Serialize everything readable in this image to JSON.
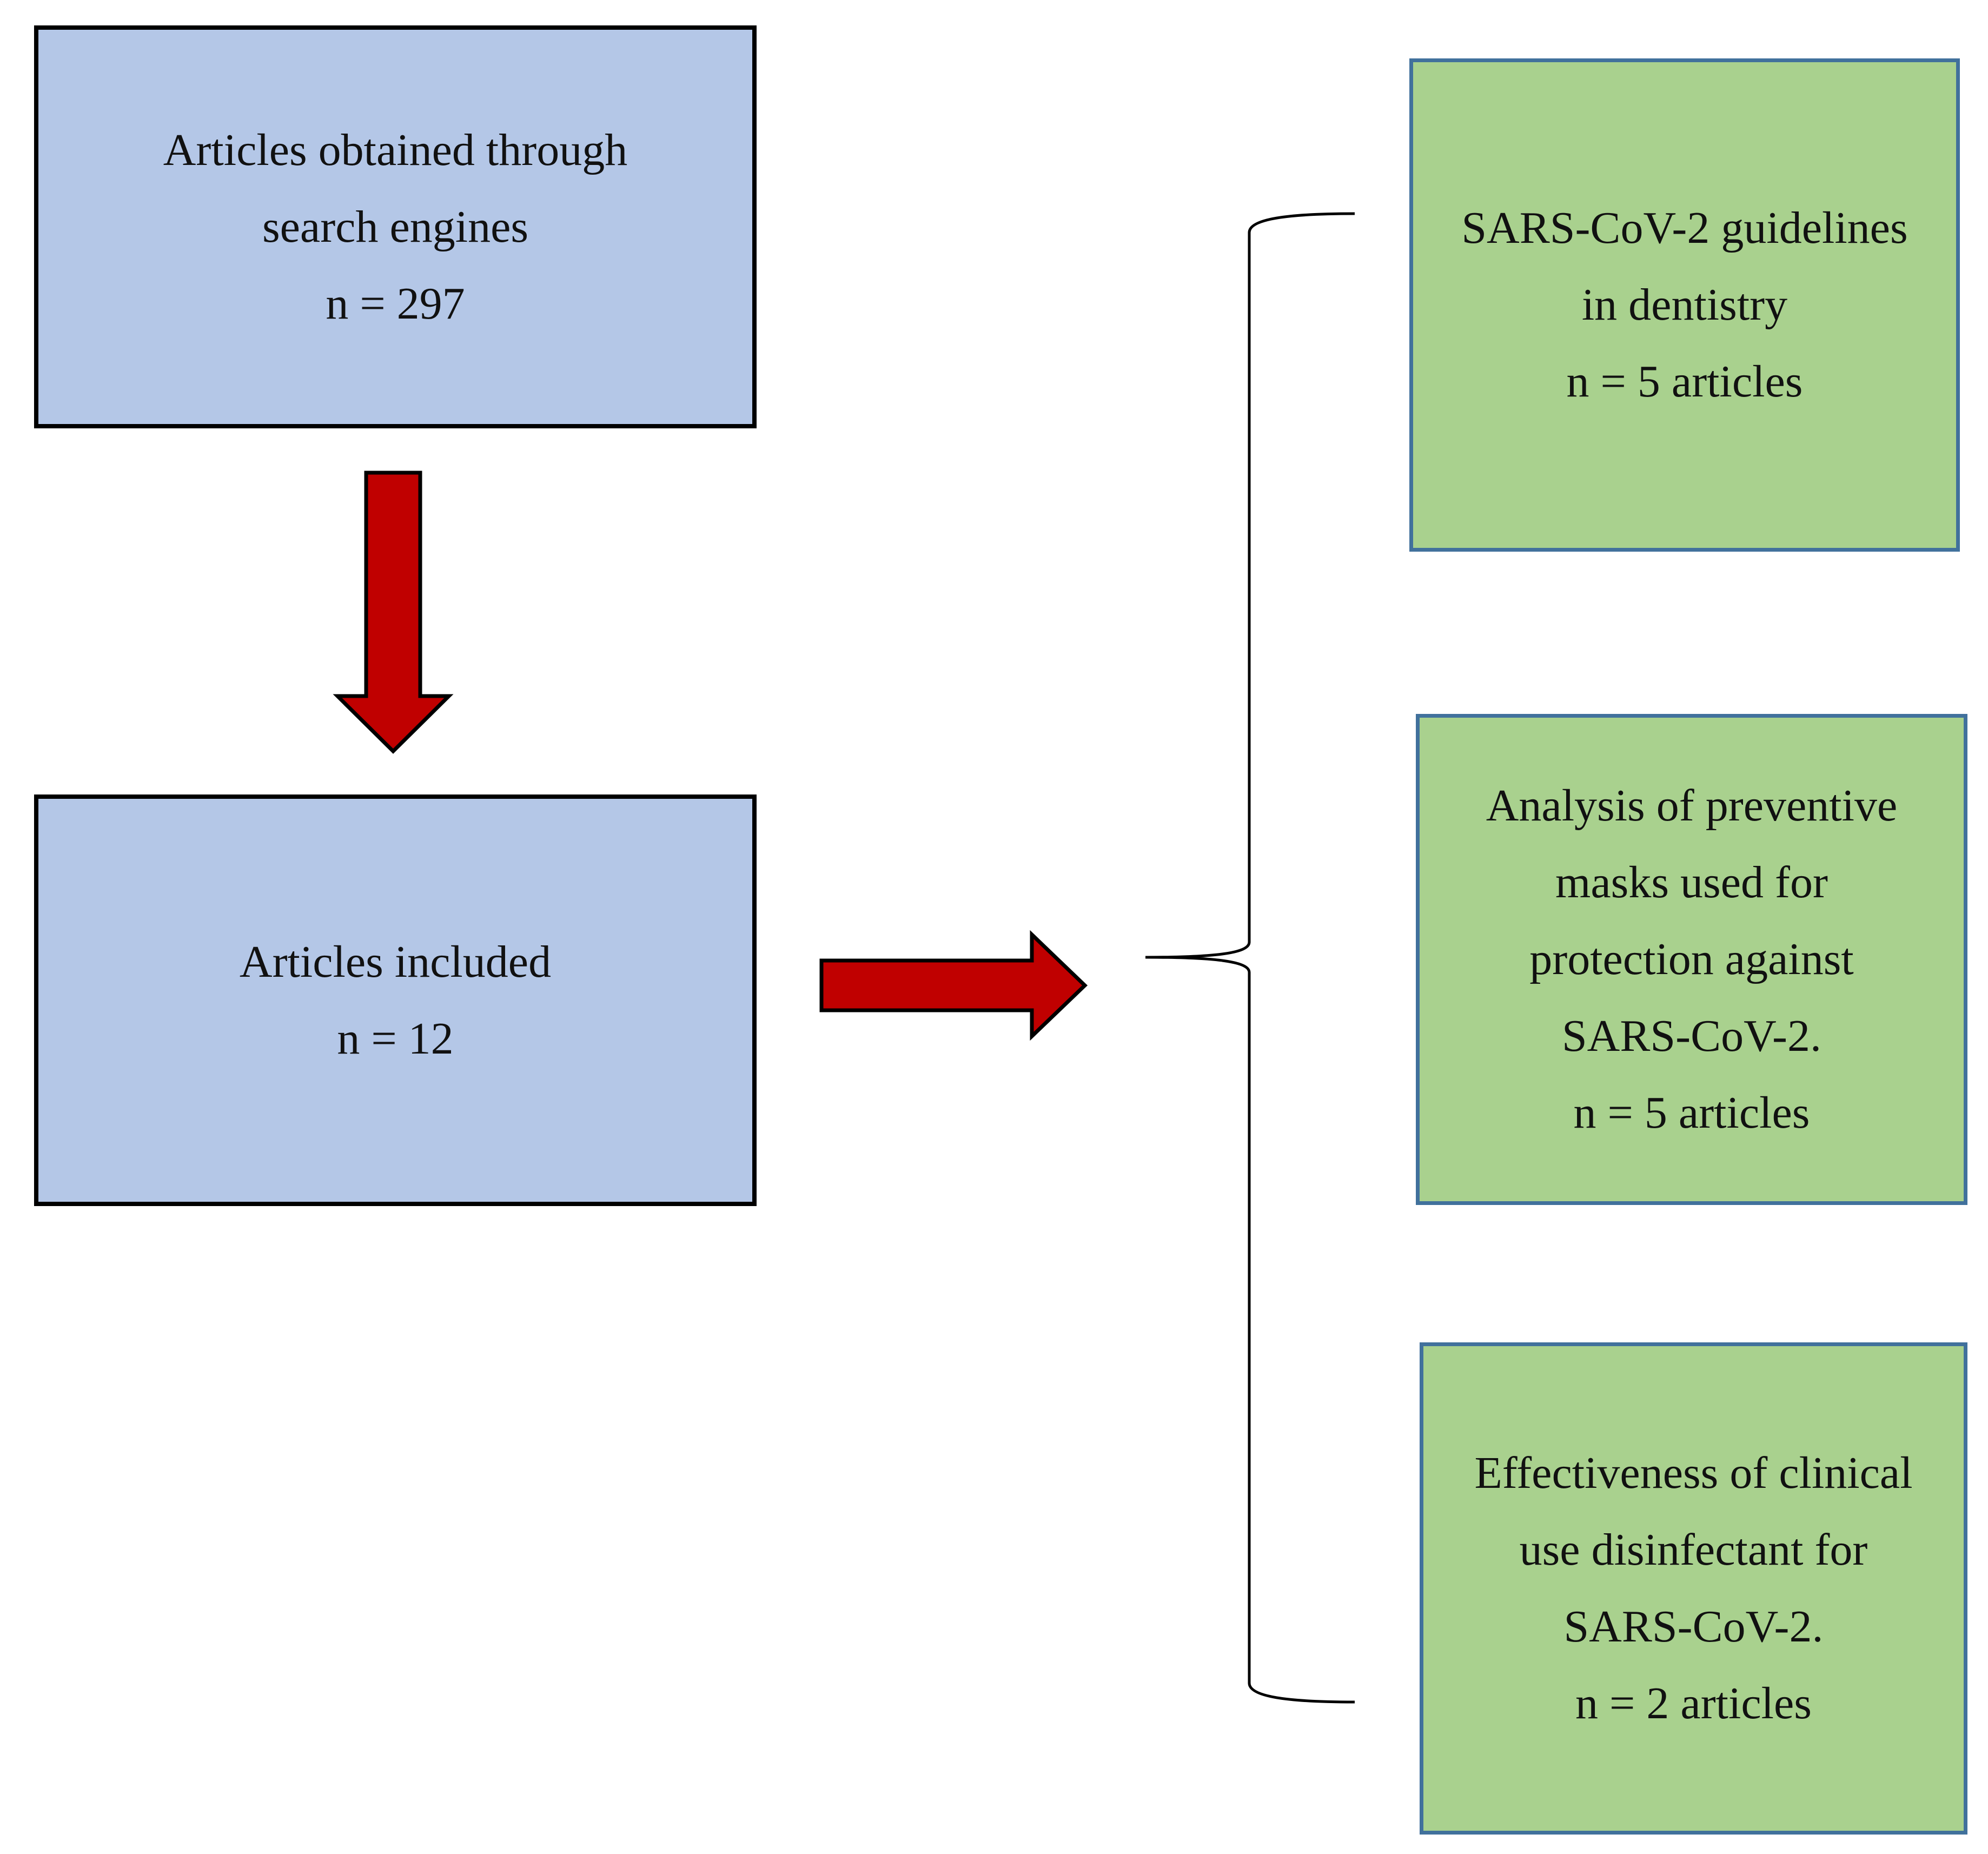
{
  "boxes": {
    "search": {
      "line1": "Articles obtained through",
      "line2": "search engines",
      "line3": "n = 297"
    },
    "included": {
      "line1": "Articles included",
      "line2": "n = 12"
    },
    "guidelines": {
      "line1": "SARS-CoV-2 guidelines",
      "line2": "in dentistry",
      "line3": "n = 5 articles"
    },
    "masks": {
      "line1": "Analysis of preventive",
      "line2": "masks used for",
      "line3": "protection against",
      "line4": "SARS-CoV-2.",
      "line5": "n = 5 articles"
    },
    "disinfectant": {
      "line1": "Effectiveness of clinical",
      "line2": "use disinfectant for",
      "line3": "SARS-CoV-2.",
      "line4": "n = 2 articles"
    }
  },
  "colors": {
    "blue_box_fill": "#b4c7e7",
    "blue_box_border": "#000000",
    "green_box_fill": "#a9d18e",
    "green_box_border": "#41719c",
    "arrow_fill": "#c00000",
    "arrow_stroke": "#000000"
  }
}
